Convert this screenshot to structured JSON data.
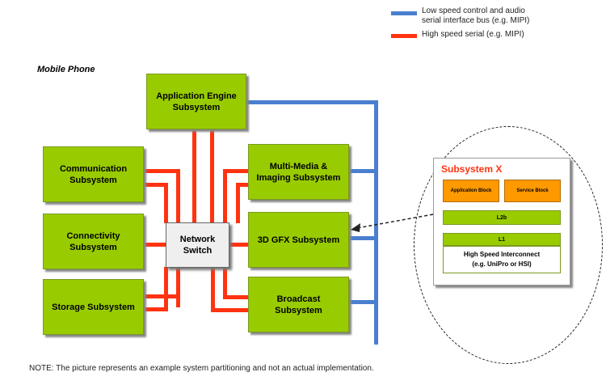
{
  "legend": {
    "blue_label_line1": "Low speed control and audio",
    "blue_label_line2": "serial interface bus (e.g. MIPI)",
    "red_label": "High speed serial (e.g. MIPI)",
    "blue_color": "#4a7fd0",
    "red_color": "#ff3311"
  },
  "diagram_label": "Mobile Phone",
  "blocks": {
    "application_engine": "Application Engine Subsystem",
    "communication": "Communication Subsystem",
    "connectivity": "Connectivity Subsystem",
    "storage": "Storage Subsystem",
    "multimedia": "Multi-Media & Imaging Subsystem",
    "gfx": "3D GFX Subsystem",
    "broadcast": "Broadcast Subsystem",
    "network_switch": "Network Switch"
  },
  "subsystem_x": {
    "title": "Subsystem X",
    "app_block": "Application Block",
    "service_block": "Service Block",
    "l2": "L2b",
    "l1": "L1",
    "interconnect_line1": "High Speed Interconnect",
    "interconnect_line2": "(e.g. UniPro or HSI)"
  },
  "note": "NOTE: The picture represents an example system partitioning and not an actual implementation.",
  "colors": {
    "block_green": "#99cc00",
    "orange": "#ff9900",
    "title_red": "#ff3311"
  }
}
